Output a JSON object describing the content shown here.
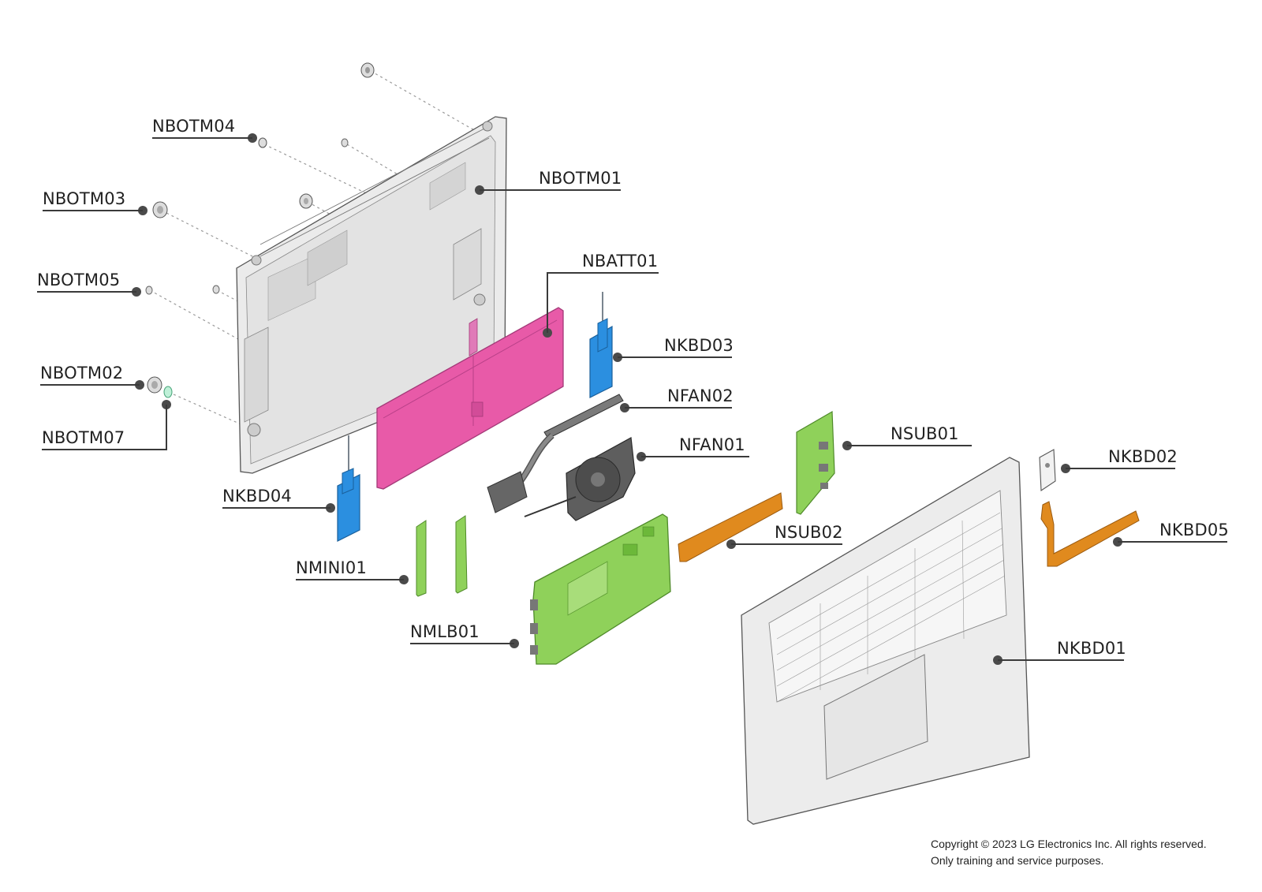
{
  "labels": {
    "nbotm04": "NBOTM04",
    "nbotm01": "NBOTM01",
    "nbotm03": "NBOTM03",
    "nbatt01": "NBATT01",
    "nbotm05": "NBOTM05",
    "nkbd03": "NKBD03",
    "nbotm02": "NBOTM02",
    "nfan02": "NFAN02",
    "nbotm07": "NBOTM07",
    "nfan01": "NFAN01",
    "nsub01": "NSUB01",
    "nkbd02": "NKBD02",
    "nkbd04": "NKBD04",
    "nsub02": "NSUB02",
    "nkbd05": "NKBD05",
    "nmini01": "NMINI01",
    "nmlb01": "NMLB01",
    "nkbd01": "NKBD01"
  },
  "copyright": {
    "line1": "Copyright © 2023 LG Electronics Inc. All rights reserved.",
    "line2": "Only training and service purposes."
  },
  "colors": {
    "battery": "#e85aa8",
    "speaker": "#2b8fe0",
    "board": "#8fd15a",
    "cable": "#e08a1e",
    "case": "#e8e8e8",
    "fan": "#6a6a6a",
    "lead": "#3a3a3a"
  }
}
